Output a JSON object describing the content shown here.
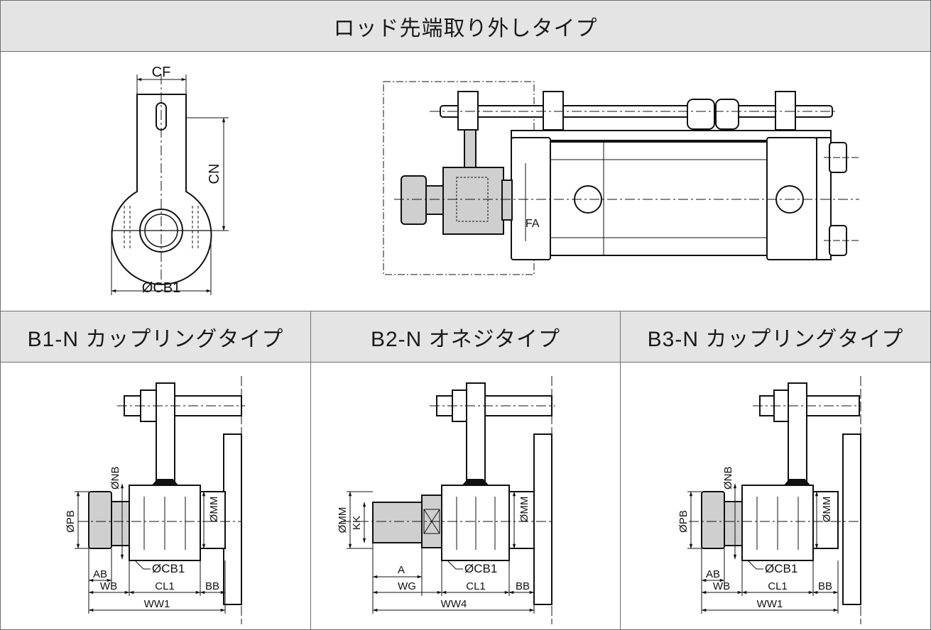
{
  "header": {
    "title": "ロッド先端取り外しタイプ"
  },
  "top_labels": {
    "cf": "CF",
    "cn": "CN",
    "cb1": "ØCB1",
    "fa": "FA"
  },
  "panels": [
    {
      "title": "B1-N カップリングタイプ",
      "labels": {
        "nb": "ØNB",
        "pb": "ØPB",
        "mm": "ØMM",
        "ab": "AB",
        "cb1": "ØCB1",
        "wb": "WB",
        "cl1": "CL1",
        "bb": "BB",
        "ww": "WW1"
      }
    },
    {
      "title": "B2-N オネジタイプ",
      "labels": {
        "mm_left": "ØMM",
        "kk": "KK",
        "mm": "ØMM",
        "a": "A",
        "cb1": "ØCB1",
        "wg": "WG",
        "cl1": "CL1",
        "bb": "BB",
        "ww": "WW4"
      }
    },
    {
      "title": "B3-N カップリングタイプ",
      "labels": {
        "nb": "ØNB",
        "pb": "ØPB",
        "mm": "ØMM",
        "ab": "AB",
        "cb1": "ØCB1",
        "wb": "WB",
        "cl1": "CL1",
        "bb": "BB",
        "ww": "WW1"
      }
    }
  ],
  "colors": {
    "header_bg": "#e4e4e4",
    "part_fill": "#cfcfcf",
    "line": "#111111",
    "border": "#6f6f6f"
  }
}
